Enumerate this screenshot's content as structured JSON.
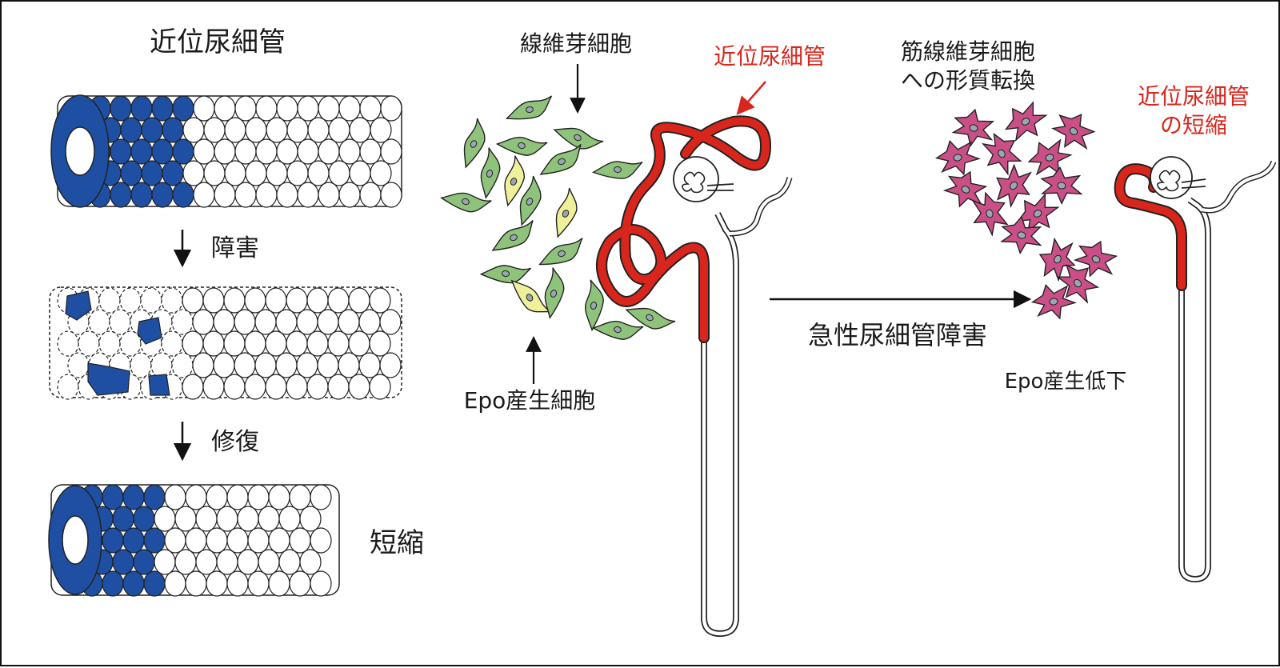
{
  "left_panel": {
    "title": "近位尿細管",
    "step1_label": "障害",
    "step2_label": "修復",
    "result_label": "短縮"
  },
  "middle_panel": {
    "fibroblast_label": "線維芽細胞",
    "epo_cells_label": "Epo産生細胞",
    "tubule_label": "近位尿細管"
  },
  "transition": {
    "arrow_label": "急性尿細管障害"
  },
  "right_panel": {
    "transform_label_line1": "筋線維芽細胞",
    "transform_label_line2": "への形質転換",
    "shortened_label_line1": "近位尿細管",
    "shortened_label_line2": "の短縮",
    "epo_decrease_label": "Epo産生低下"
  },
  "colors": {
    "tubule_blue": "#1e4fa3",
    "tubule_red": "#d9261c",
    "fibroblast_green": "#8fc27a",
    "epo_yellow": "#eef09a",
    "myofibroblast_pink": "#c94f86"
  },
  "icons": {
    "down_arrow": "down-arrow-icon",
    "right_arrow": "right-arrow-icon"
  }
}
